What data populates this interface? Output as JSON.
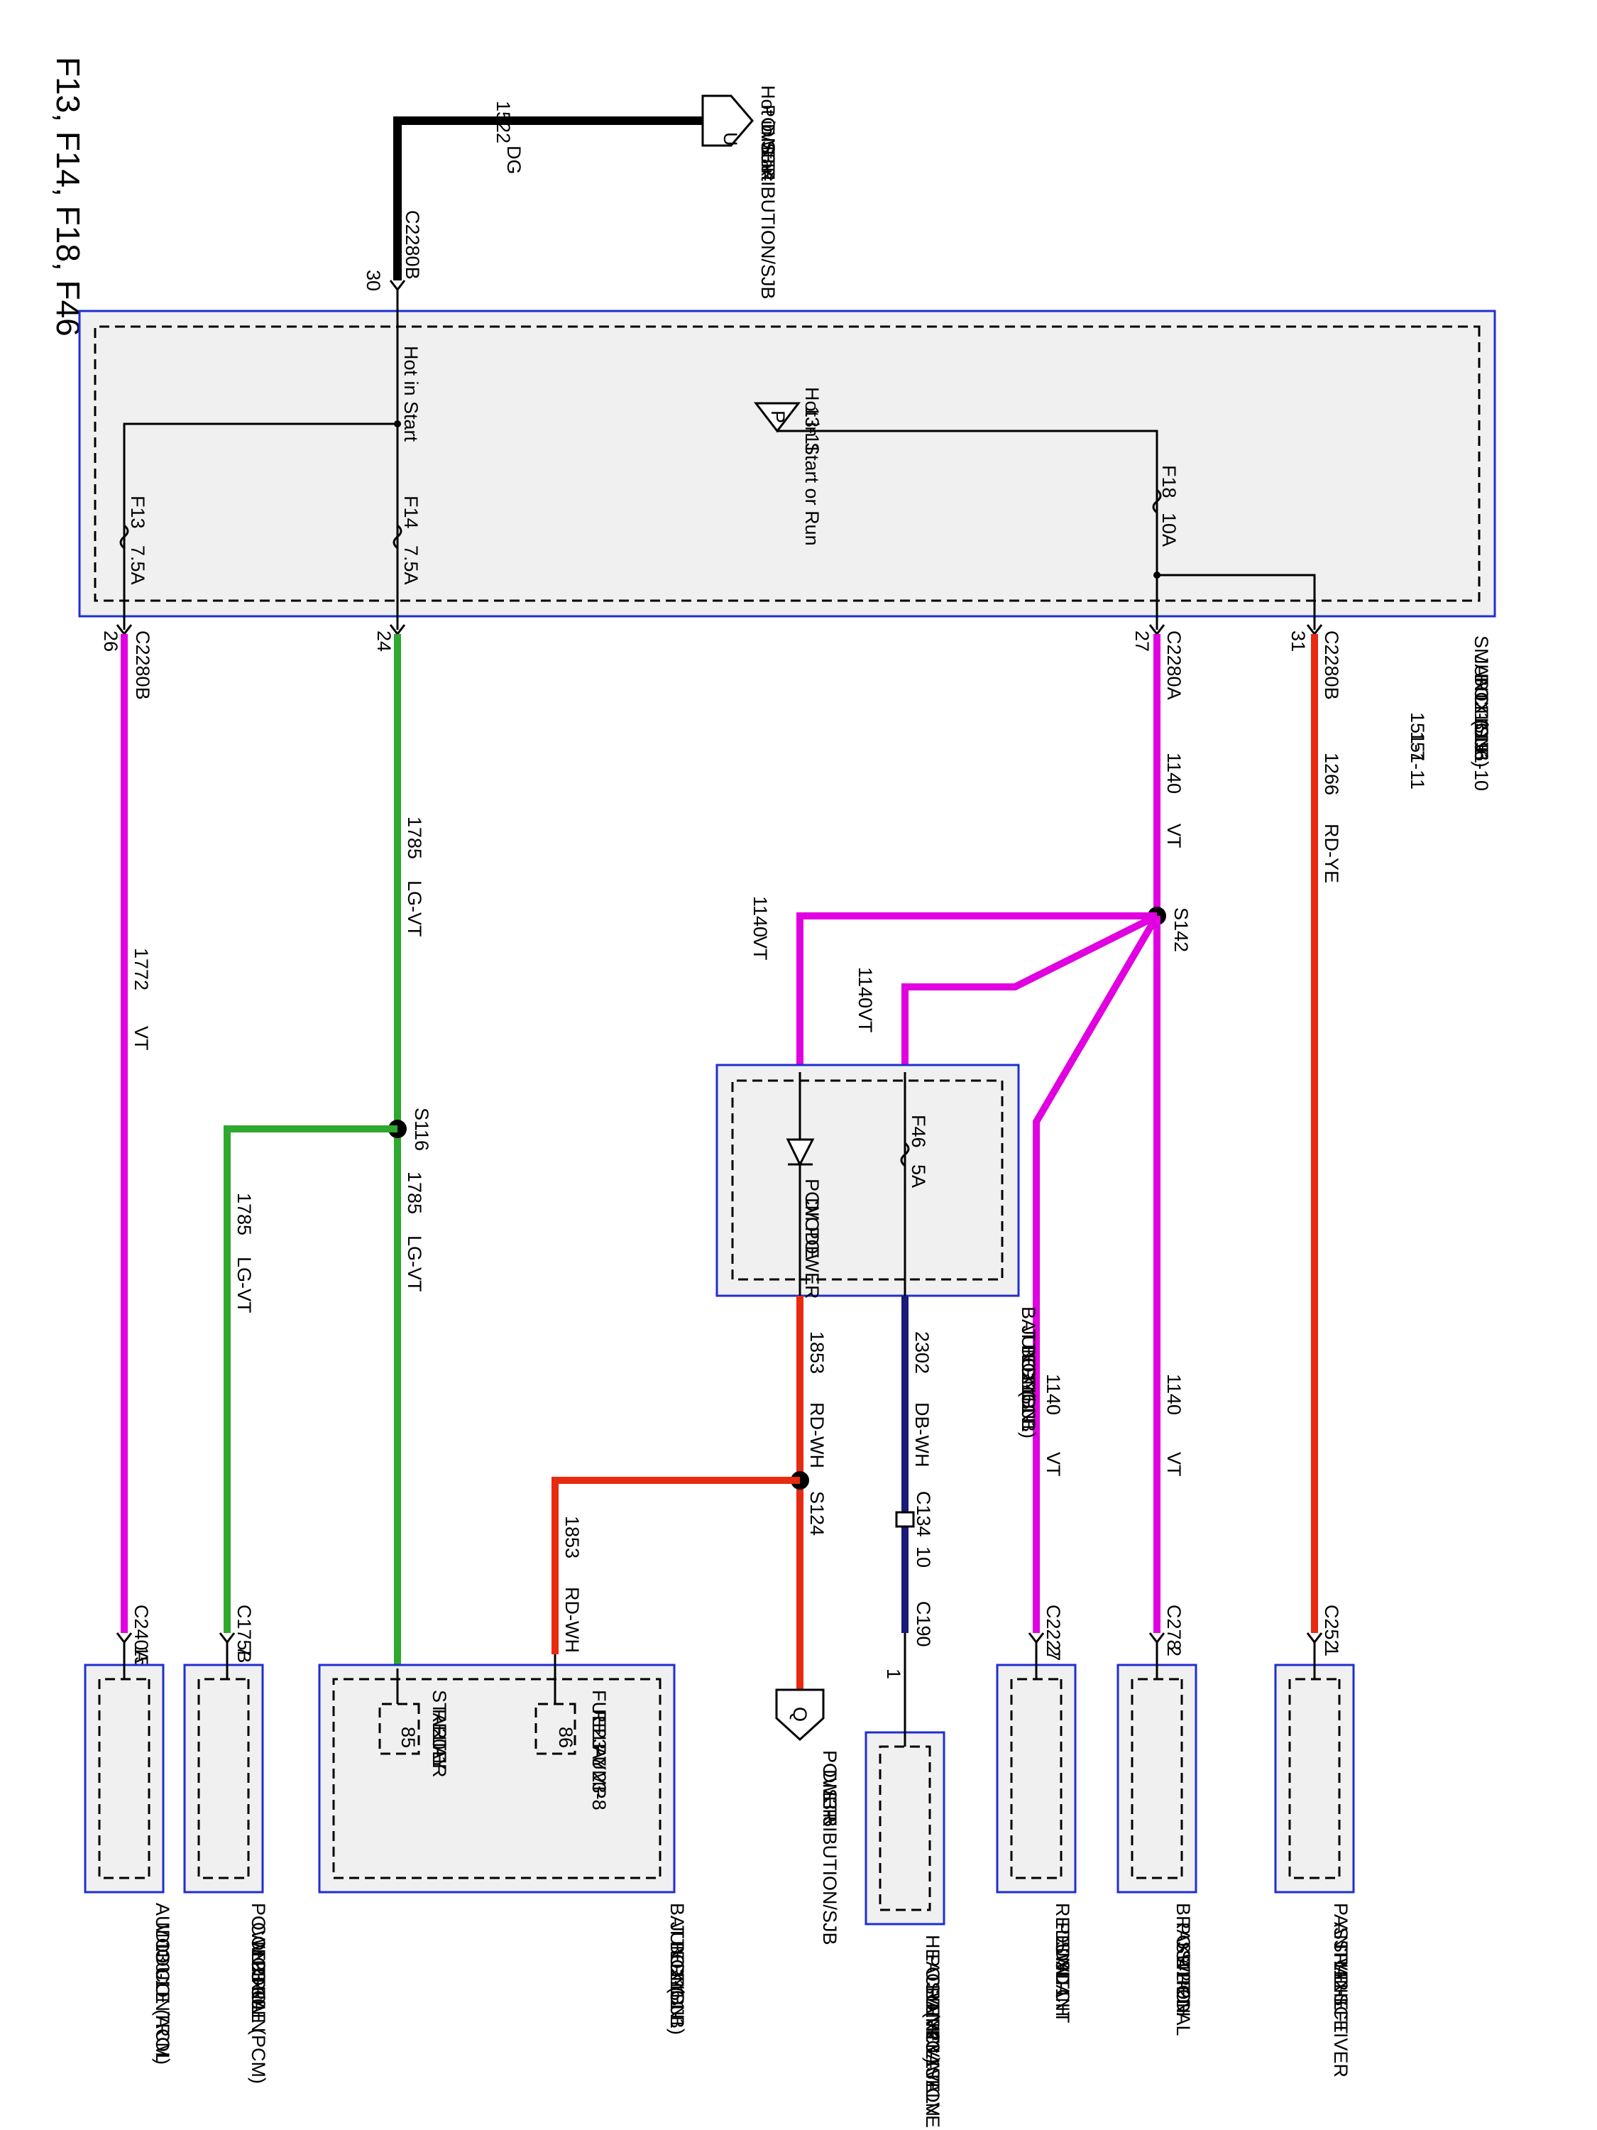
{
  "title": "F13, F14, F18, F46",
  "sjb": {
    "name_lines": [
      "SMART",
      "JUNCTION",
      "BOX (SJB)",
      "11-3",
      "151-6",
      "151-10"
    ],
    "refs_col2": [
      "151-7",
      "151-11"
    ],
    "hot_in_start": "Hot in Start",
    "hot_start_run": "Hot in Start or Run",
    "p_ref": "13-11",
    "p_symbol": "P",
    "fuses": {
      "f13": {
        "name": "F13",
        "rating": "7.5A"
      },
      "f14": {
        "name": "F14",
        "rating": "7.5A"
      },
      "f18": {
        "name": "F18",
        "rating": "10A"
      }
    },
    "pins": {
      "top": {
        "conn": "C2280B",
        "pin": "30"
      },
      "p26": {
        "conn": "C2280B",
        "pin": "26"
      },
      "p24": {
        "conn": "",
        "pin": "24"
      },
      "p27": {
        "conn": "C2280A",
        "pin": "27"
      },
      "p31": {
        "conn": "C2280B",
        "pin": "31"
      }
    }
  },
  "source": {
    "circuit": "1522",
    "color": "DG",
    "symbol": "U",
    "lines": [
      "Hot in Start",
      "POWER",
      "DISTRIBUTION/SJB",
      "13-4"
    ]
  },
  "wires": {
    "w1266": {
      "circuit": "1266",
      "color": "RD-YE"
    },
    "w1140_main": {
      "circuit": "1140",
      "color": "VT"
    },
    "w1140_a": {
      "circuit": "1140",
      "color": "VT"
    },
    "w1140_b": {
      "circuit": "1140",
      "color": "VT"
    },
    "w1140_c": {
      "circuit": "1140",
      "color": "VT"
    },
    "w1140_d": {
      "circuit": "1140",
      "color": "VT"
    },
    "w1785_top": {
      "circuit": "1785",
      "color": "LG-VT"
    },
    "w1785_bot": {
      "circuit": "1785",
      "color": "LG-VT"
    },
    "w1785_br": {
      "circuit": "1785",
      "color": "LG-VT"
    },
    "w1772": {
      "circuit": "1772",
      "color": "VT"
    },
    "w2302": {
      "circuit": "2302",
      "color": "DB-WH"
    },
    "w1853": {
      "circuit": "1853",
      "color": "RD-WH"
    },
    "w1853_br": {
      "circuit": "1853",
      "color": "RD-WH"
    }
  },
  "splices": {
    "s142": "S142",
    "s116": "S116",
    "s124": "S124"
  },
  "bjb": {
    "lines": [
      "BATTERY",
      "JUNCTION",
      "BOX (BJB)",
      "11-1",
      "151-1"
    ],
    "diode_lines": [
      "PCM POWER",
      "DIODE"
    ],
    "fuse": {
      "name": "F46",
      "rating": "5A"
    },
    "fp_relay_lines": [
      "FUEL PUMP",
      "RELAY",
      "23-7   23-8"
    ],
    "fp_pin": "86",
    "st_relay_lines": [
      "STARTER",
      "RELAY",
      "20-1"
    ],
    "st_pin": "85",
    "lower_lines": [
      "BATTERY",
      "JUNCTION",
      "BOX (BJB)",
      "11-1",
      "151-1"
    ]
  },
  "connectors": {
    "c134": {
      "name": "C134",
      "pin": "10"
    },
    "c190": {
      "name": "C190",
      "pin": "1"
    },
    "c252": {
      "name": "C252",
      "pin": "1"
    },
    "c278": {
      "name": "C278",
      "pin": "2"
    },
    "c2227": {
      "name": "C2227",
      "pin": "2"
    },
    "c175b": {
      "name": "C175B",
      "pin": "7"
    },
    "c240a": {
      "name": "C240A",
      "pin": "15"
    }
  },
  "power_q": {
    "symbol": "Q",
    "lines": [
      "POWER",
      "DISTRIBUTION/SJB",
      "13-5"
    ]
  },
  "components": {
    "pats": [
      "PASSIVE",
      "ANTI-THEFT",
      "TRANSCEIVER",
      "112-1"
    ],
    "bpp": [
      "BRAKE PEDAL",
      "POSITION",
      "SWITCH",
      "42-2"
    ],
    "rps": [
      "REDUNDANT",
      "PEDAL",
      "SWITCH",
      "31-1"
    ],
    "pcv": [
      "HEATED",
      "POSITIVE",
      "CRANKCASE",
      "VENTILATION",
      "(PCV) VALVE",
      "23-1"
    ],
    "pcm": [
      "POWERTRAIN",
      "CONTROL",
      "MODULE (PCM)",
      "23-10"
    ],
    "acm": [
      "AUDIO CONTROL",
      "MODULE (ACM)",
      "130-1"
    ]
  },
  "colors": {
    "dg": "#000000",
    "vt": "#e000e0",
    "lg": "#2ea82e",
    "rd": "#e82a10",
    "db": "#1a1a7a",
    "module_border": "#1f2fd1",
    "module_fill": "#f0f0f0"
  }
}
